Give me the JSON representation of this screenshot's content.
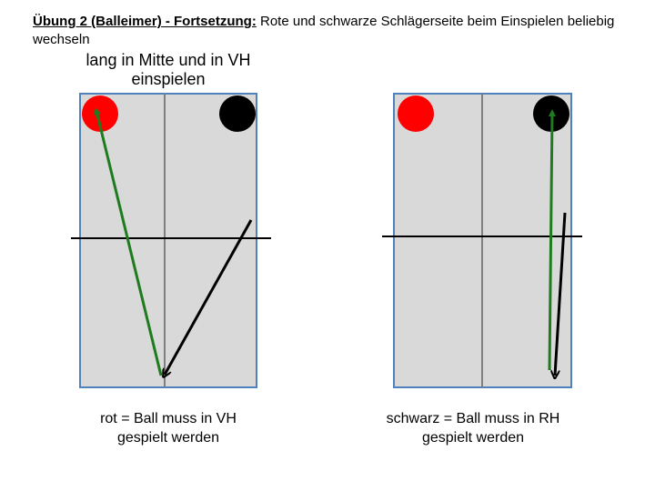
{
  "heading": {
    "bold_part": "Übung 2 (Balleimer) - Fortsetzung:",
    "rest": " Rote und schwarze Schlägerseite beim Einspielen beliebig wechseln"
  },
  "note": {
    "line1": "lang in Mitte und in VH",
    "line2": "einspielen"
  },
  "captions": {
    "left": {
      "line1": "rot = Ball muss in VH",
      "line2": "gespielt werden"
    },
    "right": {
      "line1": "schwarz = Ball muss in RH",
      "line2": "gespielt werden"
    }
  },
  "colors": {
    "table_fill": "#d9d9d9",
    "table_border": "#4f81bd",
    "center_line": "#7f7f7f",
    "red": "#ff0000",
    "black": "#000000",
    "green": "#1e7b1e"
  }
}
